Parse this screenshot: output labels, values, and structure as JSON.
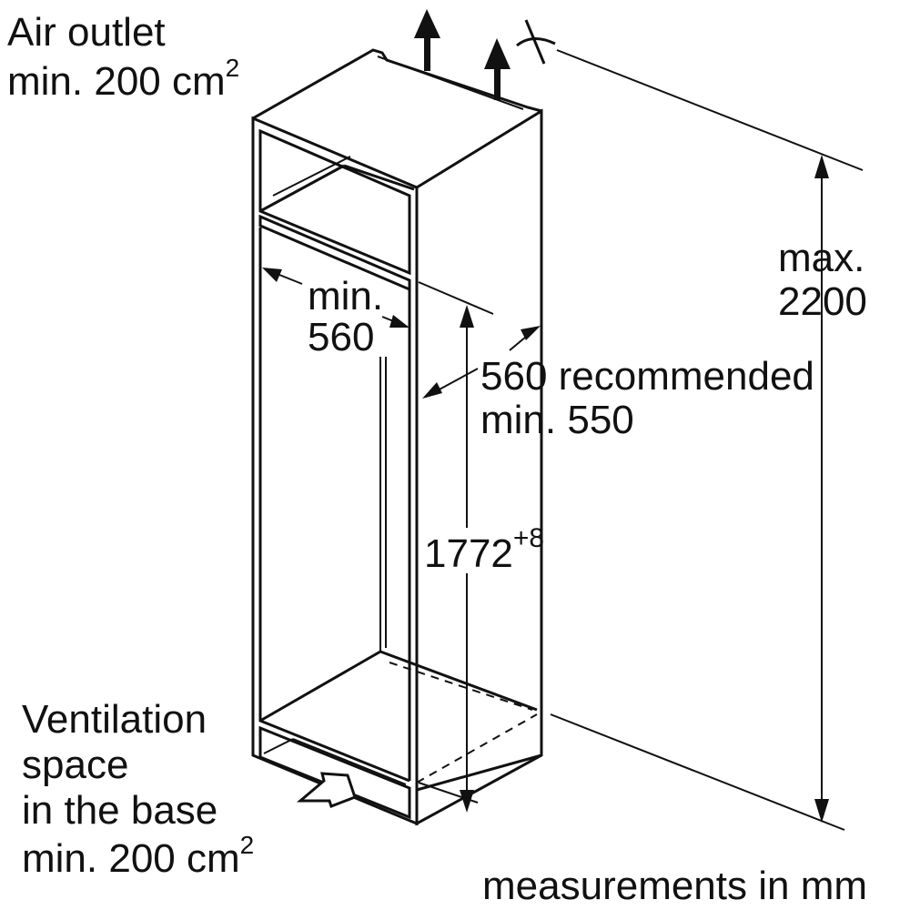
{
  "labels": {
    "air_outlet": [
      "Air outlet",
      "min. 200 cm"
    ],
    "air_outlet_sup": "2",
    "max_height": [
      "max.",
      "2200"
    ],
    "min_width": [
      "min.",
      "560"
    ],
    "depth": [
      "560 recommended",
      "min. 550"
    ],
    "niche_height": "1772",
    "niche_height_tol": "+8",
    "ventilation_base": [
      "Ventilation",
      "space",
      "in the base",
      "min. 200 cm"
    ],
    "ventilation_base_sup": "2",
    "units_note": "measurements in mm"
  },
  "dimensions": {
    "max_height_mm": 2200,
    "min_width_mm": 560,
    "recommended_depth_mm": 560,
    "min_depth_mm": 550,
    "niche_height_mm": 1772,
    "niche_height_tolerance_mm": 8,
    "air_outlet_min_cm2": 200,
    "base_ventilation_min_cm2": 200
  },
  "colors": {
    "line": "#111111",
    "background": "#ffffff"
  }
}
